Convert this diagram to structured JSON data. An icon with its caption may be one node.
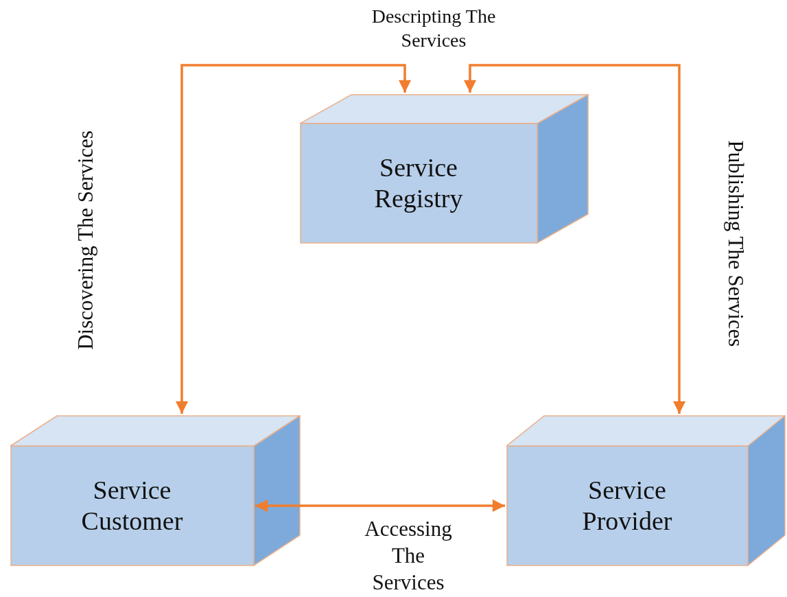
{
  "diagram": {
    "nodes": [
      {
        "text": [
          "Service Registry"
        ]
      },
      {
        "text": [
          "Service Customer"
        ]
      },
      {
        "text": [
          "Service Provider"
        ]
      }
    ],
    "edges": [
      {
        "from": 1,
        "to": 0,
        "arrow": "both",
        "label": "Discovering The Services"
      },
      {
        "from": 0,
        "to": 2,
        "arrow": "both",
        "label": "Publishing The Services"
      },
      {
        "from": 1,
        "to": 2,
        "arrow": "both",
        "label": "Accessing The Services"
      }
    ],
    "labels": [
      "Descripting The Services"
    ]
  }
}
